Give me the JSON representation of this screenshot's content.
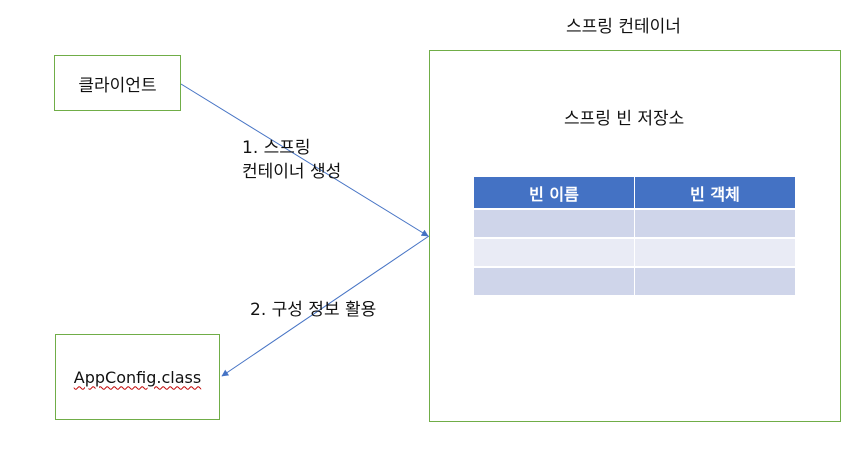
{
  "client": {
    "label": "클라이언트"
  },
  "appconfig": {
    "label": "AppConfig.class"
  },
  "container": {
    "title": "스프링 컨테이너"
  },
  "store": {
    "title": "스프링 빈 저장소",
    "headers": [
      "빈 이름",
      "빈 객체"
    ],
    "rows": [
      [
        "",
        ""
      ],
      [
        "",
        ""
      ],
      [
        "",
        ""
      ]
    ]
  },
  "steps": {
    "step1_line1": "1.  스프링",
    "step1_line2": "컨테이너 생성",
    "step2": "2. 구성 정보 활용"
  },
  "colors": {
    "box_border": "#70ad47",
    "arrow": "#4472c4",
    "table_header": "#4472c4",
    "row_dark": "#cfd5ea",
    "row_light": "#e9ebf5",
    "spellcheck_underline": "#c00000"
  }
}
